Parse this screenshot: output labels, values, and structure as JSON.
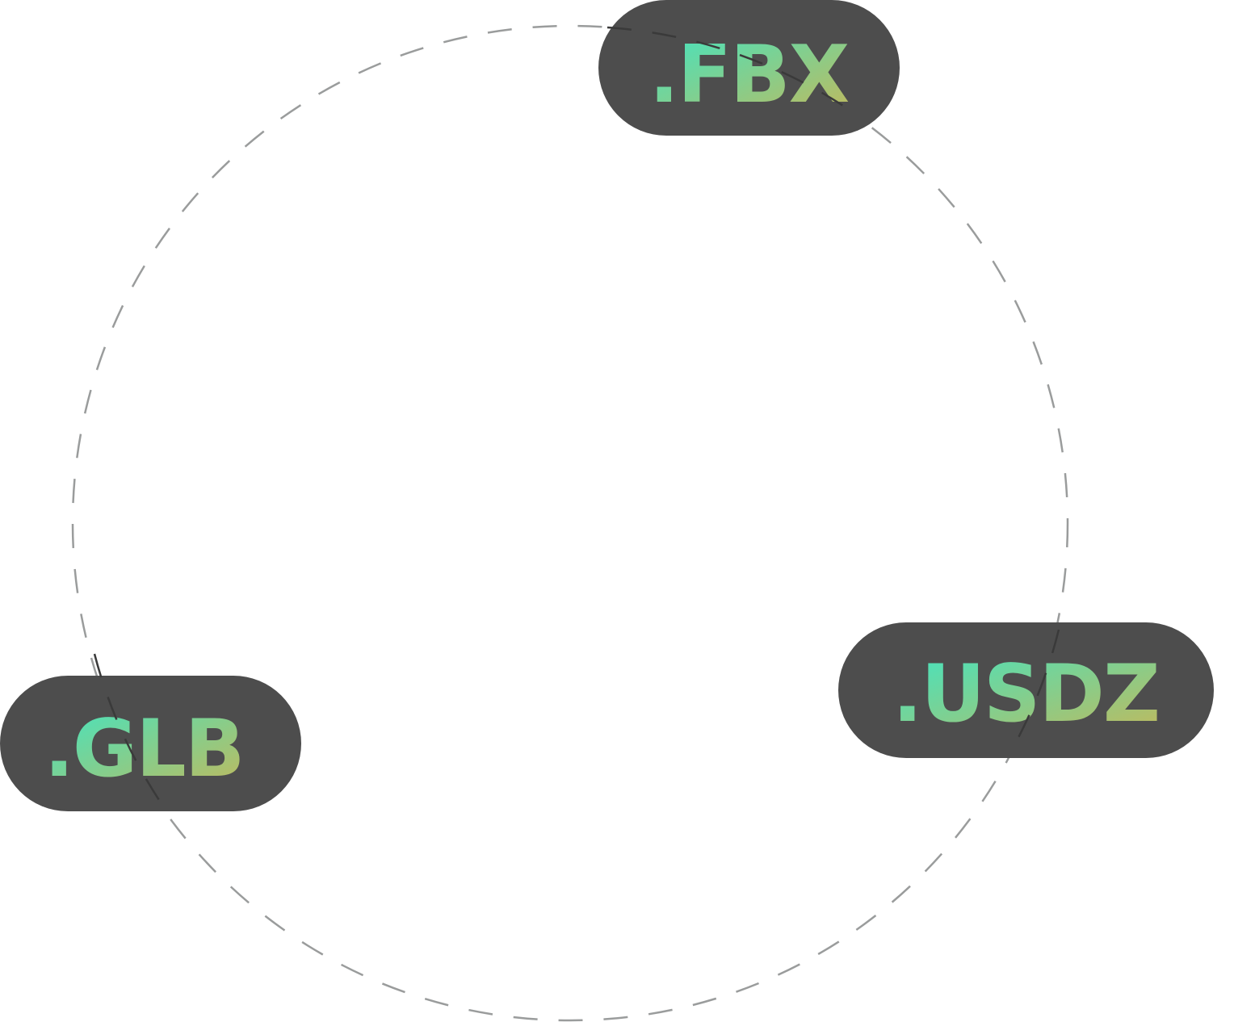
{
  "colors": {
    "background": "#ffffff",
    "pill_fill": "#4d4d4d",
    "ring_stroke": "#9a9c9c",
    "gradient_start": "#3fe6c4",
    "gradient_end": "#c4b85a"
  },
  "formats": [
    {
      "id": "fbx",
      "label": ".FBX"
    },
    {
      "id": "usdz",
      "label": ".USDZ"
    },
    {
      "id": "glb",
      "label": ".GLB"
    }
  ]
}
